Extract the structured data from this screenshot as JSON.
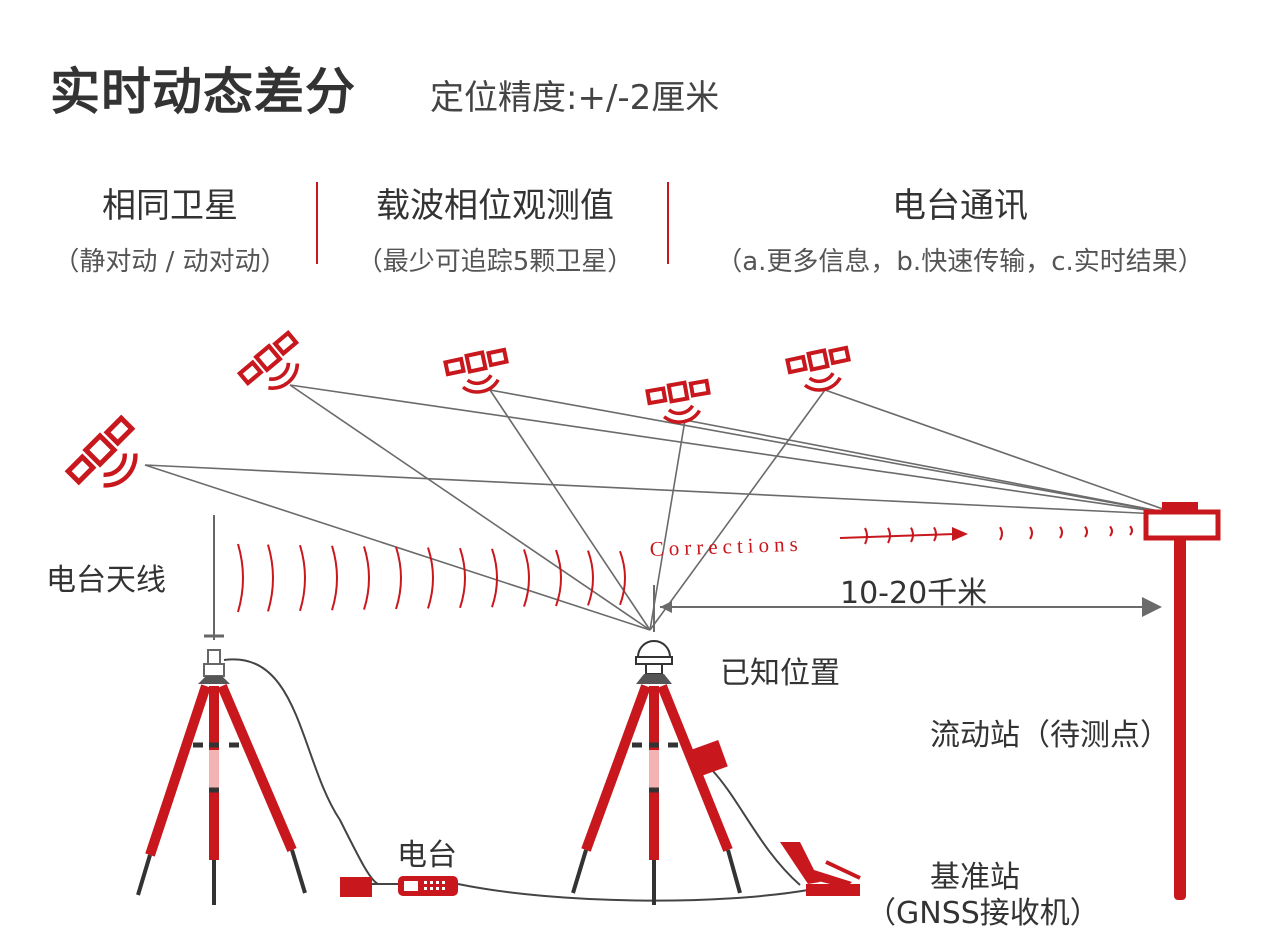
{
  "header": {
    "title": "实时动态差分",
    "subtitle": "定位精度:+/-2厘米"
  },
  "columns": [
    {
      "heading": "相同卫星",
      "sub": "（静对动 / 动对动）"
    },
    {
      "heading": "载波相位观测值",
      "sub": "（最少可追踪5颗卫星）"
    },
    {
      "heading": "电台通讯",
      "sub": "（a.更多信息，b.快速传输，c.实时结果）"
    }
  ],
  "labels": {
    "antenna": "电台天线",
    "known_position": "已知位置",
    "distance": "10-20千米",
    "rover": "流动站（待测点）",
    "radio": "电台",
    "base_station_line1": "基准站",
    "base_station_line2": "（GNSS接收机）",
    "corrections": "Corrections"
  },
  "colors": {
    "accent": "#c8171d",
    "line": "#6b6b6b",
    "text": "#333333"
  },
  "icons": [
    "satellite-icon",
    "tripod-icon",
    "radio-device-icon",
    "gnss-receiver-icon",
    "rover-pole-icon"
  ]
}
